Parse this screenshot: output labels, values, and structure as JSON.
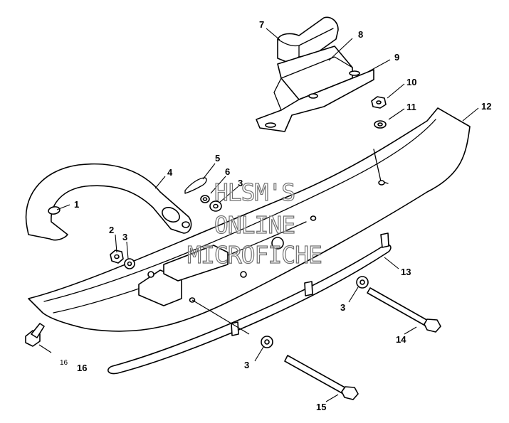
{
  "callouts": [
    {
      "id": "1",
      "text": "1"
    },
    {
      "id": "2",
      "text": "2"
    },
    {
      "id": "3a",
      "text": "3"
    },
    {
      "id": "3b",
      "text": "3"
    },
    {
      "id": "3c",
      "text": "3"
    },
    {
      "id": "3d",
      "text": "3"
    },
    {
      "id": "4",
      "text": "4"
    },
    {
      "id": "5",
      "text": "5"
    },
    {
      "id": "6",
      "text": "6"
    },
    {
      "id": "7",
      "text": "7"
    },
    {
      "id": "8",
      "text": "8"
    },
    {
      "id": "9",
      "text": "9"
    },
    {
      "id": "10",
      "text": "10"
    },
    {
      "id": "11",
      "text": "11"
    },
    {
      "id": "12",
      "text": "12"
    },
    {
      "id": "13",
      "text": "13"
    },
    {
      "id": "14",
      "text": "14"
    },
    {
      "id": "15",
      "text": "15"
    },
    {
      "id": "16a",
      "text": "16"
    },
    {
      "id": "16b",
      "text": "16"
    }
  ],
  "watermark": {
    "line1": "HLSM'S",
    "line2": "ONLINE",
    "line3": "MICROFICHE"
  }
}
